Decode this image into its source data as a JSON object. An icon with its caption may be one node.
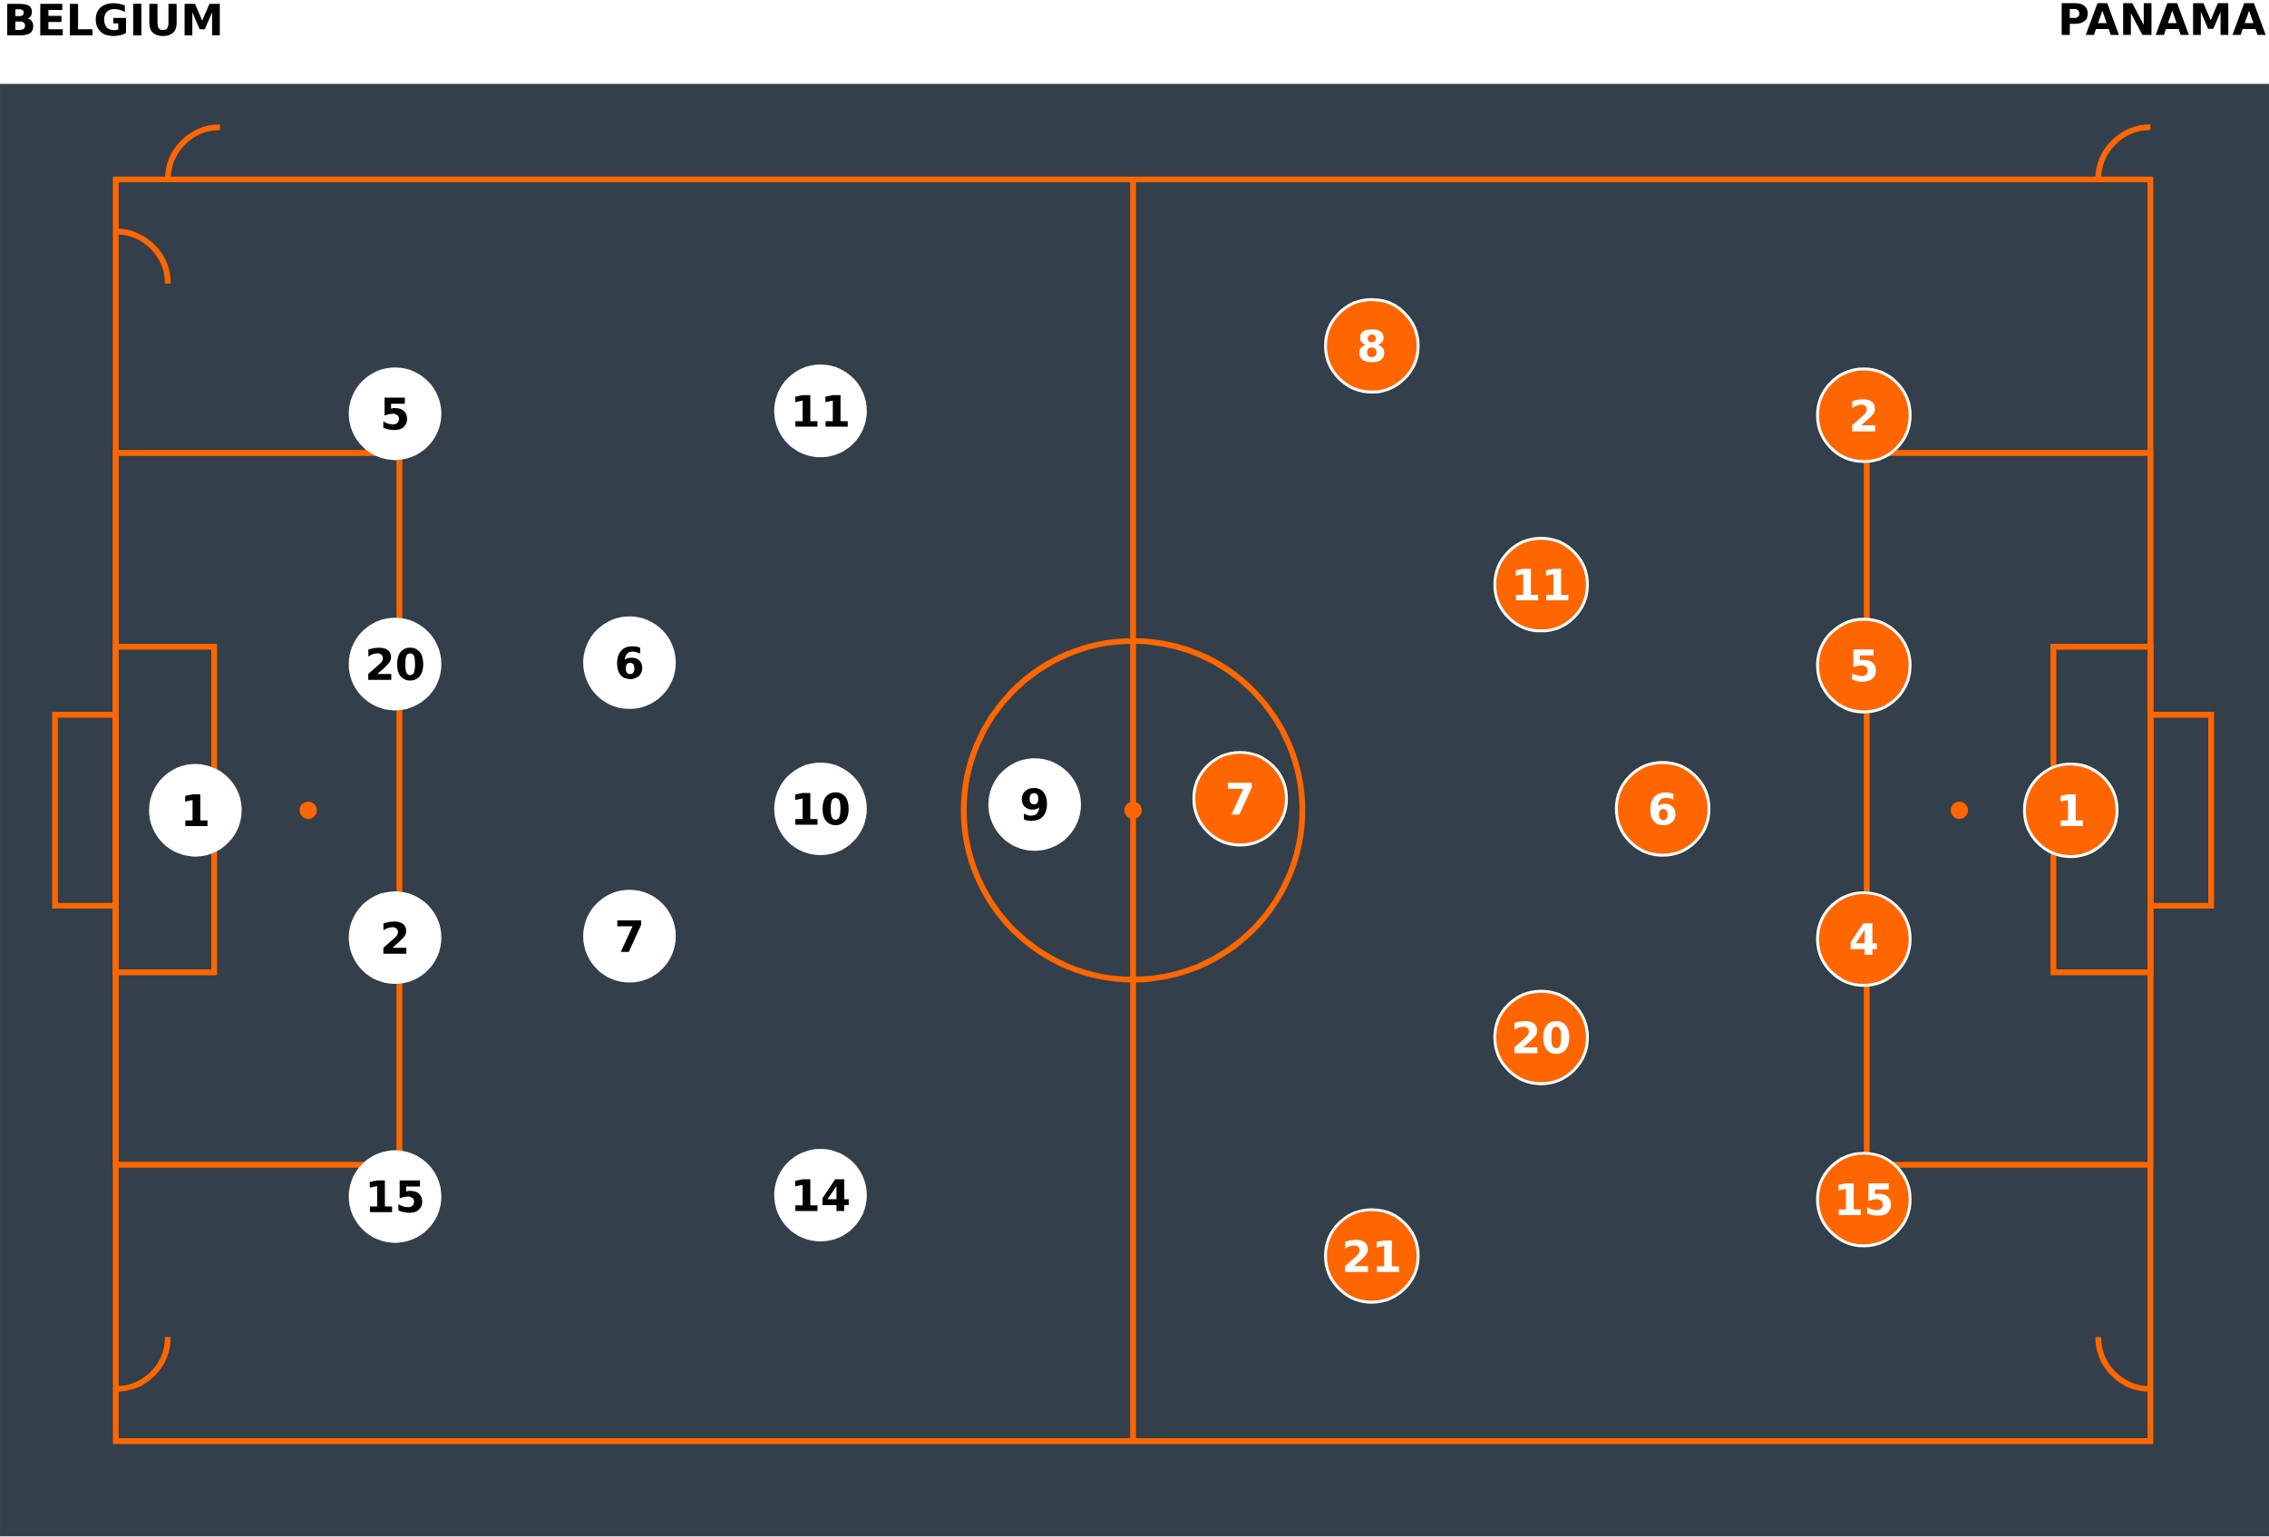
{
  "diagram": {
    "nodes": [
      {
        "text": [
          "1"
        ]
      },
      {
        "text": [
          "5"
        ]
      },
      {
        "text": [
          "20"
        ]
      },
      {
        "text": [
          "2"
        ]
      },
      {
        "text": [
          "15"
        ]
      },
      {
        "text": [
          "6"
        ]
      },
      {
        "text": [
          "7"
        ]
      },
      {
        "text": [
          "11"
        ]
      },
      {
        "text": [
          "10"
        ]
      },
      {
        "text": [
          "14"
        ]
      },
      {
        "text": [
          "9"
        ]
      },
      {
        "text": [
          "7"
        ]
      },
      {
        "text": [
          "8"
        ]
      },
      {
        "text": [
          "21"
        ]
      },
      {
        "text": [
          "11"
        ]
      },
      {
        "text": [
          "20"
        ]
      },
      {
        "text": [
          "6"
        ]
      },
      {
        "text": [
          "2"
        ]
      },
      {
        "text": [
          "5"
        ]
      },
      {
        "text": [
          "4"
        ]
      },
      {
        "text": [
          "15"
        ]
      },
      {
        "text": [
          "1"
        ]
      }
    ],
    "labels": [
      "BELGIUM",
      "PANAMA"
    ]
  }
}
